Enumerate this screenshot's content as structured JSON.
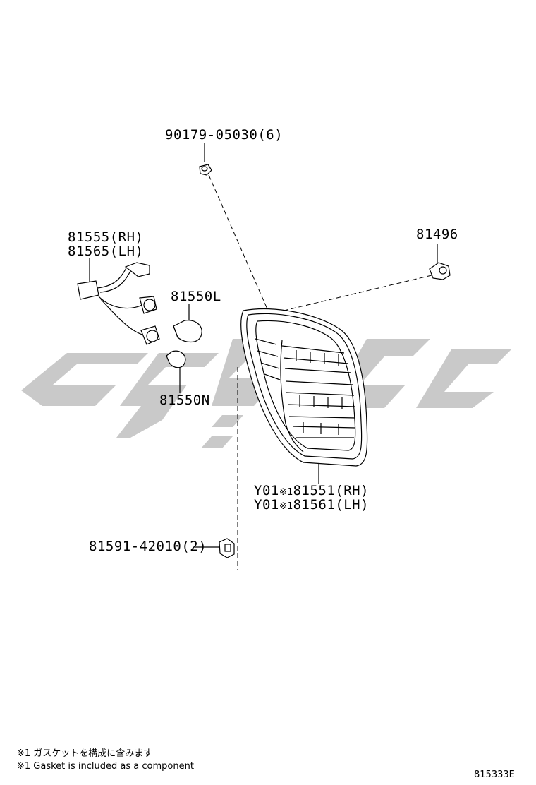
{
  "parts": {
    "screw": "90179-05030(6)",
    "clip": "81496",
    "socket_rh": "81555(RH)",
    "socket_lh": "81565(LH)",
    "bulb_l": "81550L",
    "bulb_n": "81550N",
    "lamp_rh": {
      "prefix": "Y01",
      "mark": "※1",
      "number": "81551(RH)"
    },
    "lamp_lh": {
      "prefix": "Y01",
      "mark": "※1",
      "number": "81561(LH)"
    },
    "gasket": "81591-42010(2)"
  },
  "notes": {
    "line1": "※1 ガスケットを構成に含みます",
    "line2": "※1 Gasket is included as a component"
  },
  "figure_number": "815333E",
  "watermark": {
    "color": "#c9c9c9"
  }
}
